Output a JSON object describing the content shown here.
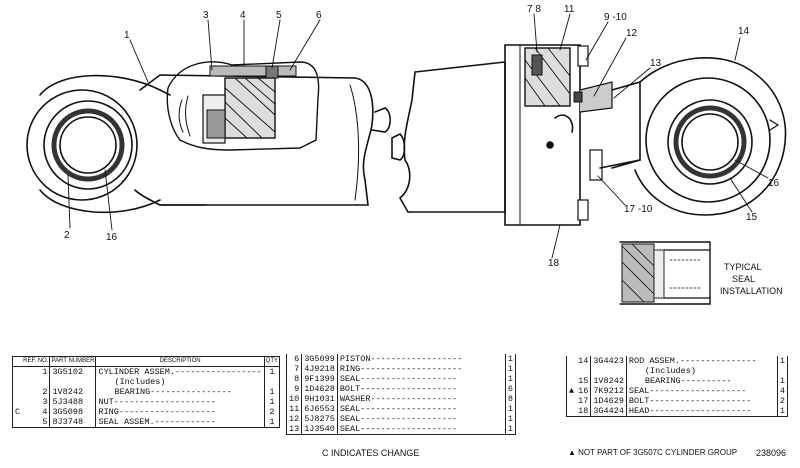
{
  "callouts": {
    "c1": "1",
    "c2": "2",
    "c3": "3",
    "c4": "4",
    "c5": "5",
    "c6": "6",
    "c7_8": "7 8",
    "c11": "11",
    "c9_10": "9 -10",
    "c12": "12",
    "c13": "13",
    "c14": "14",
    "c15": "15",
    "c16a": "16",
    "c16b": "16",
    "c17_10": "17 -10",
    "c18": "18"
  },
  "seal_note": [
    "TYPICAL",
    "SEAL",
    "INSTALLATION"
  ],
  "table_headers": {
    "ref": "REF. NO.",
    "part": "PART NUMBER",
    "desc": "DESCRIPTION",
    "qty": "QTY"
  },
  "parts_table_1": [
    {
      "mark": "",
      "ref": "1",
      "part": "3G5102",
      "desc": "CYLINDER ASSEM.-----------------",
      "qty": "1"
    },
    {
      "mark": "",
      "ref": "",
      "part": "",
      "desc": "(Includes)",
      "qty": "",
      "indent": true
    },
    {
      "mark": "",
      "ref": "2",
      "part": "1V8242",
      "desc": "BEARING----------------",
      "qty": "1",
      "indent": true
    },
    {
      "mark": "",
      "ref": "3",
      "part": "5J3488",
      "desc": "NUT--------------------",
      "qty": "1"
    },
    {
      "mark": "C",
      "ref": "4",
      "part": "3G5098",
      "desc": "RING-------------------",
      "qty": "2"
    },
    {
      "mark": "",
      "ref": "5",
      "part": "8J3748",
      "desc": "SEAL ASSEM.------------",
      "qty": "1"
    }
  ],
  "parts_table_2": [
    {
      "ref": "6",
      "part": "3G5099",
      "desc": "PISTON------------------",
      "qty": "1"
    },
    {
      "ref": "7",
      "part": "4J9218",
      "desc": "RING--------------------",
      "qty": "1"
    },
    {
      "ref": "8",
      "part": "9F1399",
      "desc": "SEAL-------------------",
      "qty": "1"
    },
    {
      "ref": "9",
      "part": "1D4628",
      "desc": "BOLT-------------------",
      "qty": "6"
    },
    {
      "ref": "10",
      "part": "9H1031",
      "desc": "WASHER-----------------",
      "qty": "8"
    },
    {
      "ref": "11",
      "part": "6J6553",
      "desc": "SEAL-------------------",
      "qty": "1"
    },
    {
      "ref": "12",
      "part": "5J8275",
      "desc": "SEAL-------------------",
      "qty": "1"
    },
    {
      "ref": "13",
      "part": "1J3540",
      "desc": "SEAL-------------------",
      "qty": "1"
    }
  ],
  "parts_table_3": [
    {
      "mark": "",
      "ref": "14",
      "part": "3G4423",
      "desc": "ROD ASSEM.---------------",
      "qty": "1"
    },
    {
      "mark": "",
      "ref": "",
      "part": "",
      "desc": "(Includes)",
      "qty": "",
      "indent": true
    },
    {
      "mark": "",
      "ref": "15",
      "part": "1V8242",
      "desc": "BEARING----------",
      "qty": "1",
      "indent": true
    },
    {
      "mark": "▲",
      "ref": "16",
      "part": "7K9212",
      "desc": "SEAL-------------------",
      "qty": "4"
    },
    {
      "mark": "",
      "ref": "17",
      "part": "1D4629",
      "desc": "BOLT--------------------",
      "qty": "2"
    },
    {
      "mark": "",
      "ref": "18",
      "part": "3G4424",
      "desc": "HEAD--------------------",
      "qty": "1"
    }
  ],
  "footnotes": {
    "change": "C INDICATES CHANGE",
    "not_part": "▲ NOT PART OF 3G507C CYLINDER GROUP",
    "page_id": "238096"
  }
}
